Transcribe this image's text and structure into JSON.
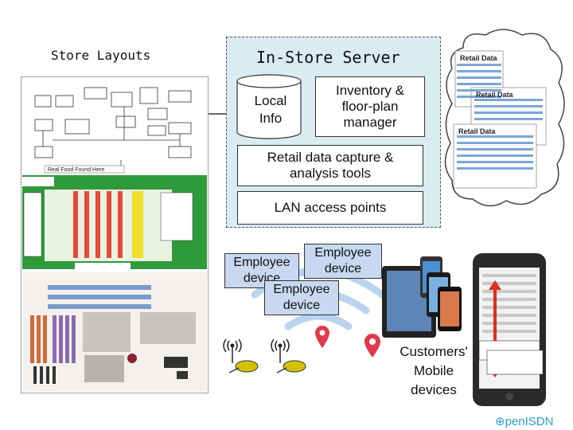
{
  "store": {
    "label": "Store Layouts",
    "plan_banner": "Real Food Found Here"
  },
  "server": {
    "title": "In-Store Server",
    "local_info": "Local\nInfo",
    "inventory": "Inventory &\nfloor-plan\nmanager",
    "retail_tools": "Retail data capture &\nanalysis tools",
    "lan": "LAN access points"
  },
  "employee_devices": [
    "Employee\ndevice",
    "Employee\ndevice",
    "Employee\ndevice"
  ],
  "customers": "Customers'\nMobile\ndevices",
  "cloud": {
    "docs": [
      "Retail Data",
      "Retail Data",
      "Retail Data"
    ]
  },
  "logo": "⊕penISDN",
  "colors": {
    "server_bg": "#d8ecf2",
    "employee_bg": "#c7d8f0",
    "logo": "#2a9fd6",
    "pin": "#e03a4a",
    "antenna": "#d4c000"
  }
}
